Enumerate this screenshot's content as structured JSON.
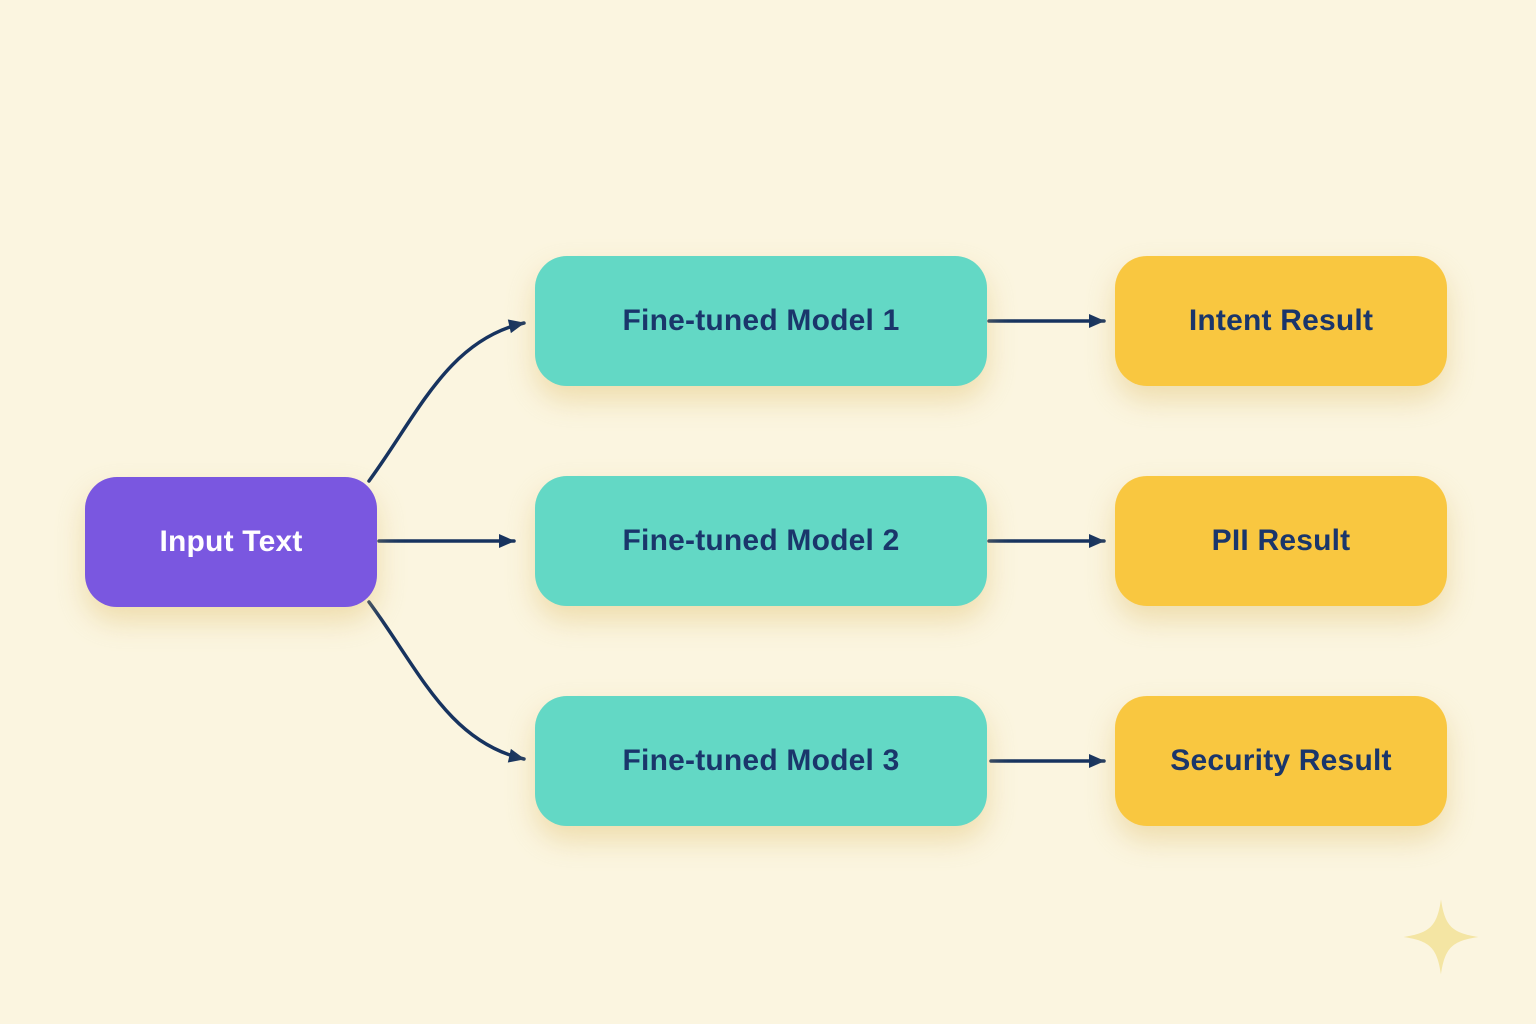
{
  "diagram": {
    "background_color": "#FBF5E0",
    "arrow_color": "#17335F",
    "nodes": {
      "input": {
        "label": "Input Text",
        "color": "#7A57E0",
        "text_color": "#FFFFFF"
      },
      "models": [
        {
          "label": "Fine-tuned Model 1",
          "color": "#63D8C5",
          "text_color": "#1A366B"
        },
        {
          "label": "Fine-tuned Model 2",
          "color": "#63D8C5",
          "text_color": "#1A366B"
        },
        {
          "label": "Fine-tuned Model 3",
          "color": "#63D8C5",
          "text_color": "#1A366B"
        }
      ],
      "results": [
        {
          "label": "Intent Result",
          "color": "#F9C740",
          "text_color": "#1A366B"
        },
        {
          "label": "PII Result",
          "color": "#F9C740",
          "text_color": "#1A366B"
        },
        {
          "label": "Security Result",
          "color": "#F9C740",
          "text_color": "#1A366B"
        }
      ]
    },
    "edges": [
      {
        "from": "input",
        "to": "model-1"
      },
      {
        "from": "input",
        "to": "model-2"
      },
      {
        "from": "input",
        "to": "model-3"
      },
      {
        "from": "model-1",
        "to": "result-intent"
      },
      {
        "from": "model-2",
        "to": "result-pii"
      },
      {
        "from": "model-3",
        "to": "result-security"
      }
    ],
    "decorations": {
      "sparkle_icon": "four-point-sparkle",
      "sparkle_color": "#F4E5A3"
    }
  }
}
